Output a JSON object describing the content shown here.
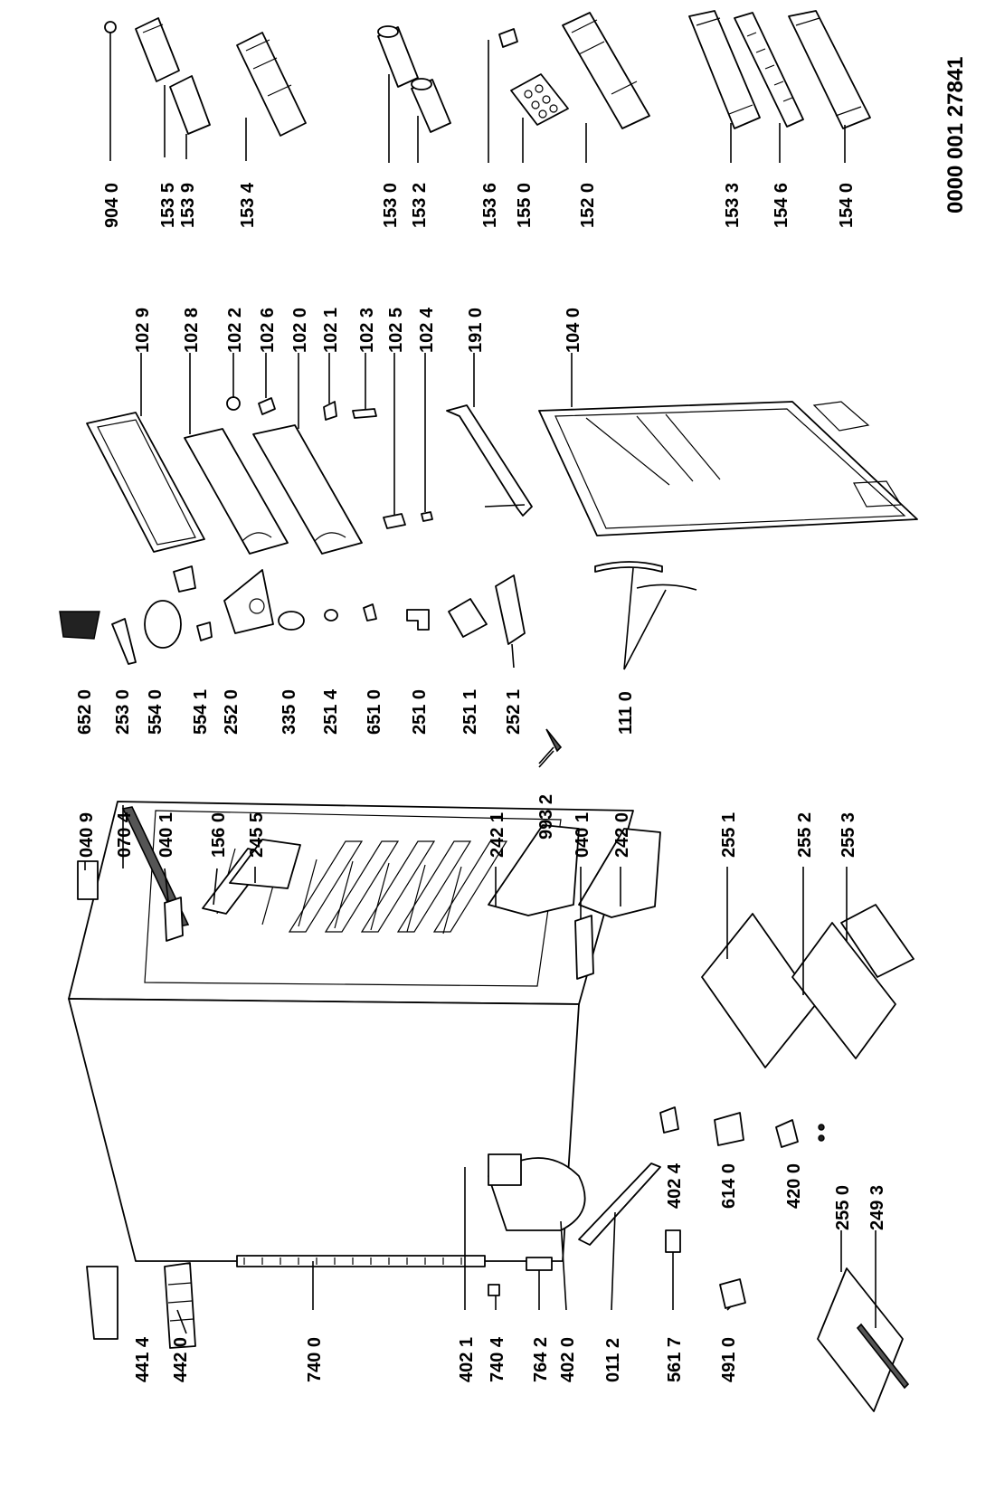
{
  "document_number": "0000 001 27841",
  "callouts": [
    {
      "id": "904_0",
      "text": "904 0"
    },
    {
      "id": "153_5",
      "text": "153 5"
    },
    {
      "id": "153_9",
      "text": "153 9"
    },
    {
      "id": "153_4",
      "text": "153 4"
    },
    {
      "id": "153_0",
      "text": "153 0"
    },
    {
      "id": "153_2",
      "text": "153 2"
    },
    {
      "id": "153_6",
      "text": "153 6"
    },
    {
      "id": "155_0",
      "text": "155 0"
    },
    {
      "id": "152_0",
      "text": "152 0"
    },
    {
      "id": "153_3",
      "text": "153 3"
    },
    {
      "id": "154_6",
      "text": "154 6"
    },
    {
      "id": "154_0",
      "text": "154 0"
    },
    {
      "id": "102_9",
      "text": "102 9"
    },
    {
      "id": "102_8",
      "text": "102 8"
    },
    {
      "id": "102_2",
      "text": "102 2"
    },
    {
      "id": "102_6",
      "text": "102 6"
    },
    {
      "id": "102_0",
      "text": "102 0"
    },
    {
      "id": "102_1",
      "text": "102 1"
    },
    {
      "id": "102_3",
      "text": "102 3"
    },
    {
      "id": "102_5",
      "text": "102 5"
    },
    {
      "id": "102_4",
      "text": "102 4"
    },
    {
      "id": "191_0",
      "text": "191 0"
    },
    {
      "id": "104_0",
      "text": "104 0"
    },
    {
      "id": "652_0",
      "text": "652 0"
    },
    {
      "id": "253_0",
      "text": "253 0"
    },
    {
      "id": "554_0",
      "text": "554 0"
    },
    {
      "id": "554_1",
      "text": "554 1"
    },
    {
      "id": "252_0",
      "text": "252 0"
    },
    {
      "id": "335_0",
      "text": "335 0"
    },
    {
      "id": "251_4",
      "text": "251 4"
    },
    {
      "id": "651_0",
      "text": "651 0"
    },
    {
      "id": "251_0",
      "text": "251 0"
    },
    {
      "id": "251_1",
      "text": "251 1"
    },
    {
      "id": "252_1",
      "text": "252 1"
    },
    {
      "id": "111_0",
      "text": "111 0"
    },
    {
      "id": "993_2",
      "text": "993 2"
    },
    {
      "id": "040_9",
      "text": "040 9"
    },
    {
      "id": "070_4",
      "text": "070 4"
    },
    {
      "id": "040_1a",
      "text": "040 1"
    },
    {
      "id": "156_0",
      "text": "156 0"
    },
    {
      "id": "245_5",
      "text": "245 5"
    },
    {
      "id": "242_1",
      "text": "242 1"
    },
    {
      "id": "040_1b",
      "text": "040 1"
    },
    {
      "id": "242_0",
      "text": "242 0"
    },
    {
      "id": "255_1",
      "text": "255 1"
    },
    {
      "id": "255_2",
      "text": "255 2"
    },
    {
      "id": "255_3",
      "text": "255 3"
    },
    {
      "id": "441_4",
      "text": "441 4"
    },
    {
      "id": "442_0",
      "text": "442 0"
    },
    {
      "id": "740_0",
      "text": "740 0"
    },
    {
      "id": "402_1",
      "text": "402 1"
    },
    {
      "id": "740_4",
      "text": "740 4"
    },
    {
      "id": "764_2",
      "text": "764 2"
    },
    {
      "id": "402_0",
      "text": "402 0"
    },
    {
      "id": "011_2",
      "text": "011 2"
    },
    {
      "id": "561_7",
      "text": "561 7"
    },
    {
      "id": "491_0",
      "text": "491 0"
    },
    {
      "id": "402_4",
      "text": "402 4"
    },
    {
      "id": "614_0",
      "text": "614 0"
    },
    {
      "id": "420_0",
      "text": "420 0"
    },
    {
      "id": "255_0",
      "text": "255 0"
    },
    {
      "id": "249_3",
      "text": "249 3"
    }
  ]
}
